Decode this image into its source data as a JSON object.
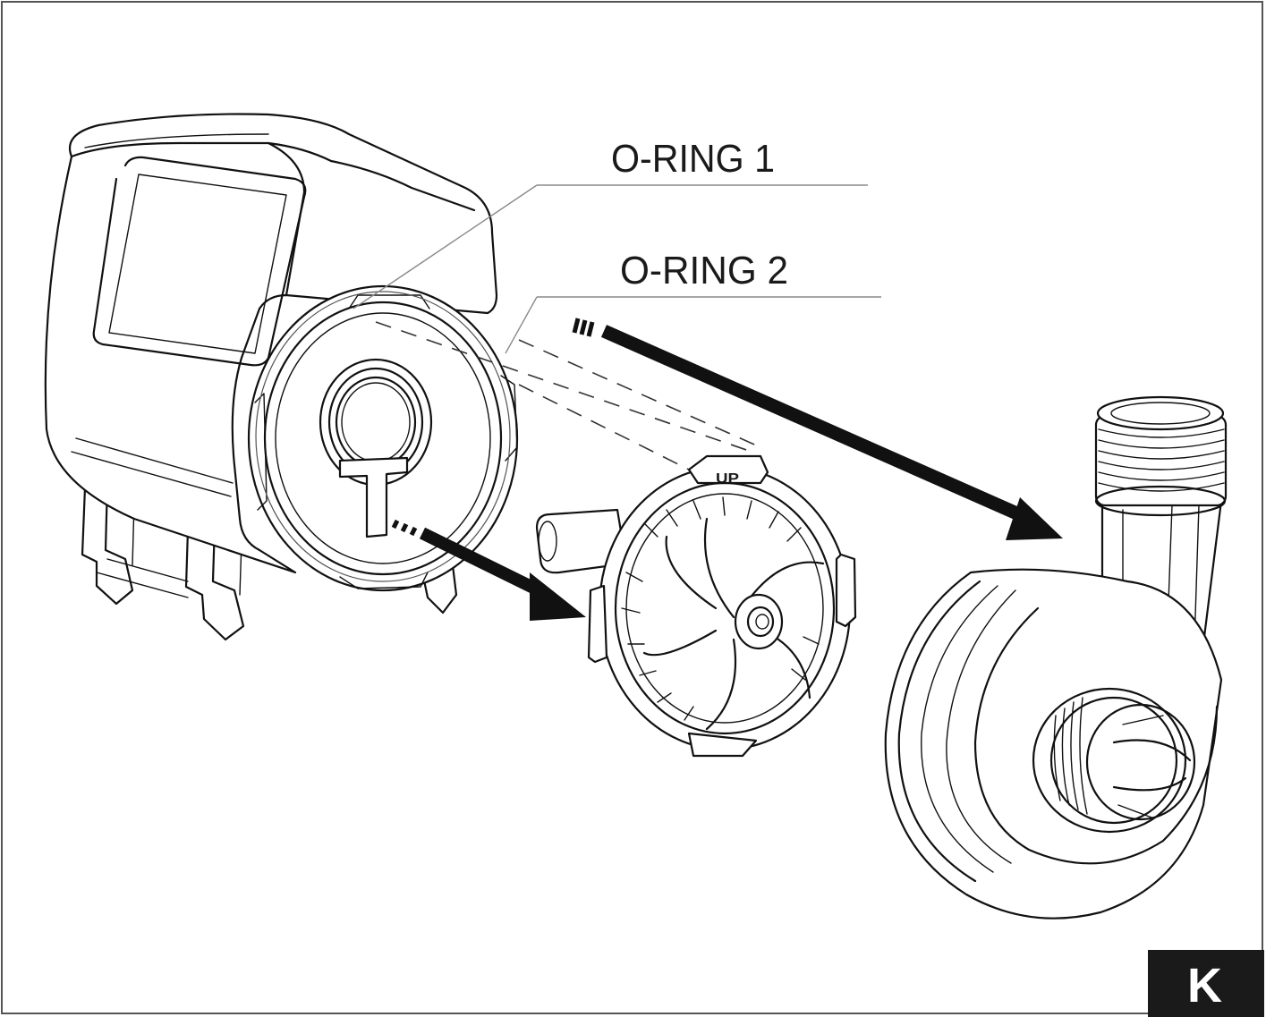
{
  "diagram": {
    "labels": {
      "oring1": "O-RING 1",
      "oring2": "O-RING 2",
      "up_mark": "UP",
      "figure_letter": "K"
    },
    "colors": {
      "line": "#111111",
      "leader": "#8a8a8a",
      "badge": "#1a1a1a",
      "background": "#ffffff"
    }
  }
}
